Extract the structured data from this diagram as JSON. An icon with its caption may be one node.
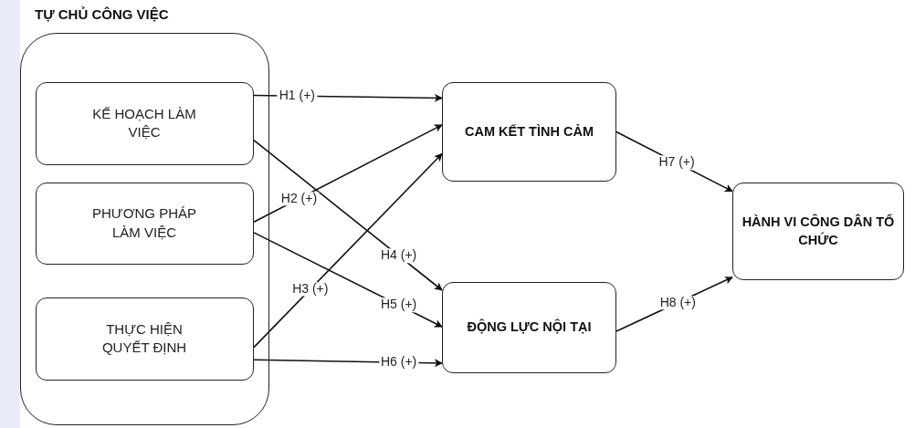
{
  "diagram": {
    "nodes": [
      {
        "text": [
          "TỰ CHỦ CÔNG VIỆC"
        ]
      },
      {
        "text": [
          "KẾ HOẠCH LÀM VIỆC"
        ],
        "in": 0
      },
      {
        "text": [
          "PHƯƠNG PHÁP LÀM VIỆC"
        ],
        "in": 0
      },
      {
        "text": [
          "THỰC HIỆN QUYẾT ĐỊNH"
        ],
        "in": 0
      },
      {
        "text": [
          "CAM KẾT TÌNH CẢM"
        ]
      },
      {
        "text": [
          "ĐỘNG LỰC NỘI TẠI"
        ]
      },
      {
        "text": [
          "HÀNH VI CÔNG DÂN TỔ CHỨC"
        ]
      }
    ],
    "edges": [
      {
        "from": 1,
        "to": 4,
        "arrow": "to",
        "label": "H1 (+)"
      },
      {
        "from": 2,
        "to": 4,
        "arrow": "to",
        "label": "H2 (+)"
      },
      {
        "from": 3,
        "to": 4,
        "arrow": "to",
        "label": "H3 (+)"
      },
      {
        "from": 1,
        "to": 5,
        "arrow": "to",
        "label": "H4 (+)"
      },
      {
        "from": 2,
        "to": 5,
        "arrow": "to",
        "label": "H5 (+)"
      },
      {
        "from": 3,
        "to": 5,
        "arrow": "to",
        "label": "H6 (+)"
      },
      {
        "from": 4,
        "to": 6,
        "arrow": "to",
        "label": "H7 (+)"
      },
      {
        "from": 5,
        "to": 6,
        "arrow": "to",
        "label": "H8 (+)"
      }
    ]
  }
}
